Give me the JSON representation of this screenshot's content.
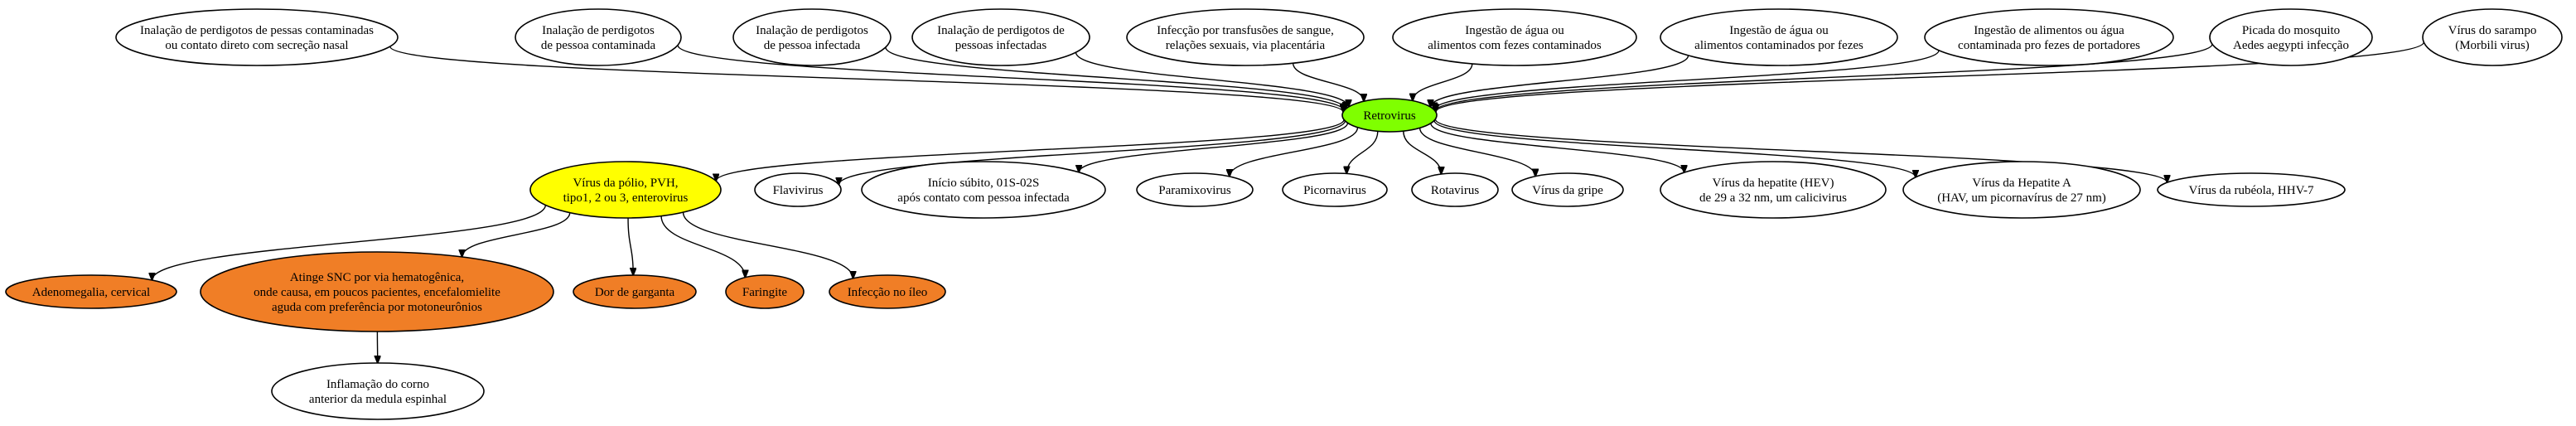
{
  "colors": {
    "default_fill": "#ffffff",
    "root_fill": "#7fff00",
    "hub_fill": "#ffff00",
    "symptom_fill": "#f07e26",
    "stroke": "#000000"
  },
  "nodes": [
    {
      "id": "n1",
      "lines": [
        "Inalação de perdigotos de pessas contaminadas",
        "ou contato direto com secreção nasal"
      ],
      "fill": "default"
    },
    {
      "id": "n2",
      "lines": [
        "Inalação de perdigotos",
        "de pessoa contaminada"
      ],
      "fill": "default"
    },
    {
      "id": "n3",
      "lines": [
        "Inalação de perdigotos",
        "de pessoa infectada"
      ],
      "fill": "default"
    },
    {
      "id": "n4",
      "lines": [
        "Inalação de perdigotos de",
        "pessoas infectadas"
      ],
      "fill": "default"
    },
    {
      "id": "n5",
      "lines": [
        "Infecção por transfusões de sangue,",
        "relações sexuais, via placentária"
      ],
      "fill": "default"
    },
    {
      "id": "n6",
      "lines": [
        "Ingestão de água ou",
        "alimentos com fezes contaminados"
      ],
      "fill": "default"
    },
    {
      "id": "n7",
      "lines": [
        "Ingestão de água ou",
        "alimentos contaminados por fezes"
      ],
      "fill": "default"
    },
    {
      "id": "n8",
      "lines": [
        "Ingestão de alimentos ou água",
        "contaminada pro fezes de portadores"
      ],
      "fill": "default"
    },
    {
      "id": "n9",
      "lines": [
        "Picada do mosquito",
        "Aedes aegypti infecção"
      ],
      "fill": "default"
    },
    {
      "id": "n10",
      "lines": [
        "Vírus do sarampo",
        "(Morbili virus)"
      ],
      "fill": "default"
    },
    {
      "id": "root",
      "lines": [
        "Retrovirus"
      ],
      "fill": "root"
    },
    {
      "id": "hub",
      "lines": [
        "Vírus da pólio, PVH,",
        "tipo1, 2 ou 3, enterovirus"
      ],
      "fill": "hub"
    },
    {
      "id": "c2",
      "lines": [
        "Flavivirus"
      ],
      "fill": "default"
    },
    {
      "id": "c3",
      "lines": [
        "Início súbito, 01S-02S",
        "após contato com pessoa infectada"
      ],
      "fill": "default"
    },
    {
      "id": "c4",
      "lines": [
        "Paramixovirus"
      ],
      "fill": "default"
    },
    {
      "id": "c5",
      "lines": [
        "Picornavirus"
      ],
      "fill": "default"
    },
    {
      "id": "c6",
      "lines": [
        "Rotavirus"
      ],
      "fill": "default"
    },
    {
      "id": "c7",
      "lines": [
        "Vírus da gripe"
      ],
      "fill": "default"
    },
    {
      "id": "c8",
      "lines": [
        "Vírus da hepatite (HEV)",
        "de 29 a 32 nm, um calicivirus"
      ],
      "fill": "default"
    },
    {
      "id": "c9",
      "lines": [
        "Vírus da Hepatite A",
        "(HAV, um picornavírus de 27 nm)"
      ],
      "fill": "default"
    },
    {
      "id": "c10",
      "lines": [
        "Vírus da rubéola, HHV-7"
      ],
      "fill": "default"
    },
    {
      "id": "s1",
      "lines": [
        "Adenomegalia, cervical"
      ],
      "fill": "symptom"
    },
    {
      "id": "s2",
      "lines": [
        "Atinge SNC por via hematogênica,",
        "onde causa, em poucos pacientes, encefalomielite",
        "aguda com preferência por motoneurônios"
      ],
      "fill": "symptom"
    },
    {
      "id": "s3",
      "lines": [
        "Dor de garganta"
      ],
      "fill": "symptom"
    },
    {
      "id": "s4",
      "lines": [
        "Faringite"
      ],
      "fill": "symptom"
    },
    {
      "id": "s5",
      "lines": [
        "Infecção no íleo"
      ],
      "fill": "symptom"
    },
    {
      "id": "g1",
      "lines": [
        "Inflamação do corno",
        "anterior da medula espinhal"
      ],
      "fill": "default"
    }
  ],
  "edges": [
    [
      "n1",
      "root"
    ],
    [
      "n2",
      "root"
    ],
    [
      "n3",
      "root"
    ],
    [
      "n4",
      "root"
    ],
    [
      "n5",
      "root"
    ],
    [
      "n6",
      "root"
    ],
    [
      "n7",
      "root"
    ],
    [
      "n8",
      "root"
    ],
    [
      "n9",
      "root"
    ],
    [
      "n10",
      "root"
    ],
    [
      "root",
      "hub"
    ],
    [
      "root",
      "c2"
    ],
    [
      "root",
      "c3"
    ],
    [
      "root",
      "c4"
    ],
    [
      "root",
      "c5"
    ],
    [
      "root",
      "c6"
    ],
    [
      "root",
      "c7"
    ],
    [
      "root",
      "c8"
    ],
    [
      "root",
      "c9"
    ],
    [
      "root",
      "c10"
    ],
    [
      "hub",
      "s1"
    ],
    [
      "hub",
      "s2"
    ],
    [
      "hub",
      "s3"
    ],
    [
      "hub",
      "s4"
    ],
    [
      "hub",
      "s5"
    ],
    [
      "s2",
      "g1"
    ]
  ]
}
